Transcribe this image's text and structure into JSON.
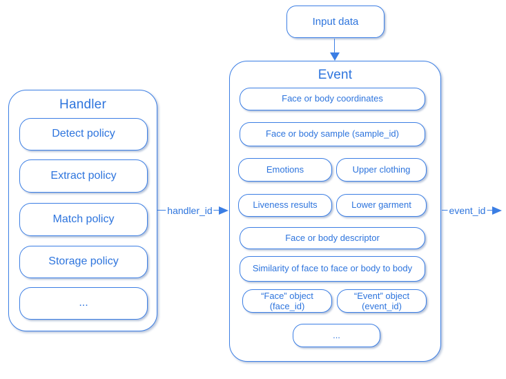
{
  "colors": {
    "accent": "#3b7ee4",
    "text": "#2d74dd",
    "shadow-color": "rgba(90,120,170,0.45)",
    "background": "#ffffff"
  },
  "input_node": {
    "label": "Input data"
  },
  "handler": {
    "title": "Handler",
    "items": [
      "Detect policy",
      "Extract policy",
      "Match policy",
      "Storage policy",
      "..."
    ]
  },
  "event": {
    "title": "Event",
    "items": [
      {
        "label": "Face or body coordinates"
      },
      {
        "label": "Face or body sample (sample_id)"
      },
      {
        "label": "Emotions"
      },
      {
        "label": "Upper clothing"
      },
      {
        "label": "Liveness results"
      },
      {
        "label": "Lower garment"
      },
      {
        "label": "Face or body descriptor"
      },
      {
        "label": "Similarity of face to face or body to body"
      },
      {
        "label": "“Face” object",
        "sublabel": "(face_id)"
      },
      {
        "label": "“Event” object",
        "sublabel": "(event_id)"
      },
      {
        "label": "..."
      }
    ]
  },
  "edges": {
    "handler_to_event_label": "handler_id",
    "event_output_label": "event_id"
  }
}
